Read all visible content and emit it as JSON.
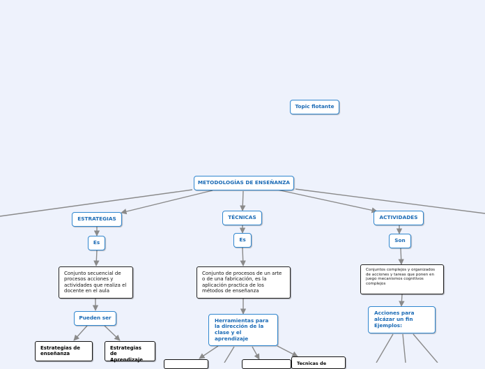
{
  "nodes": {
    "floating": "Topic flotante",
    "root": "METODOLOGÍAS DE ENSEÑANZA",
    "strategies": "ESTRATEGIAS",
    "techniques": "TÉCNICAS",
    "activities": "ACTIVIDADES",
    "es_1": "Es",
    "es_2": "Es",
    "son": "Son",
    "strategies_def": "Conjunto secuencial de procesos acciones y actividades que realiza el docente en el aula",
    "techniques_def": "Conjunto de procesos de un arte o de una fabricación, es la aplicación practica de los métodos de enseñanza",
    "activities_def": "Conjuntos complejos y organizados de acciones y tareas que ponen en juego mecanismos cognitivos complejos",
    "pueden_ser": "Pueden ser",
    "tools": "Herramientas para la dirección de la clase y el aprendizaje",
    "actions": "Acciones para alcázar un fin Ejemplos:",
    "teaching_strategies": "Estrategias de enseñanza",
    "learning_strategies": "Estrategias de Aprendizaje",
    "technique_cut": "Tecnicas de"
  },
  "colors": {
    "background": "#eef2fc",
    "topic_border": "#2f86cf",
    "topic_text": "#1a6ab5",
    "connector": "#8a8a8a"
  }
}
